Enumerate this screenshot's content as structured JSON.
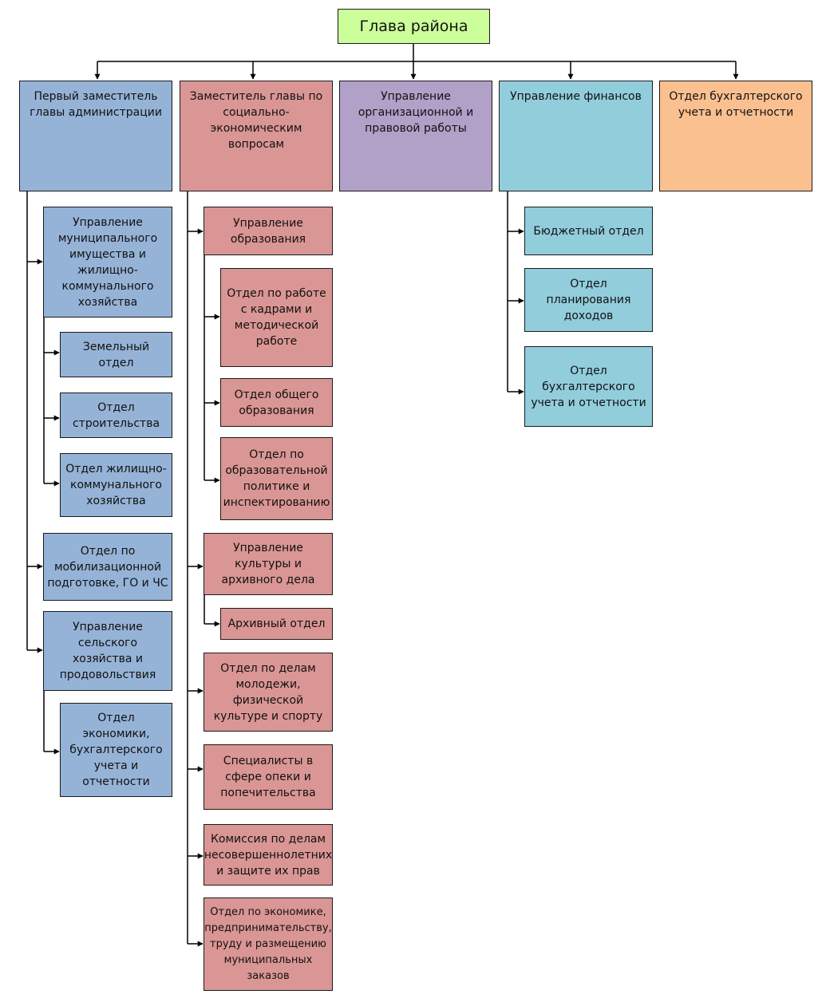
{
  "root": {
    "label": "Глава района"
  },
  "level1": {
    "first_deputy": "Первый заместитель главы администрации",
    "social_deputy": "Заместитель главы по социально-экономическим вопросам",
    "legal": "Управление организационной и правовой работы",
    "finance": "Управление финансов",
    "accounting": "Отдел бухгалтерского учета и отчетности"
  },
  "first_deputy_units": {
    "municipal_property": "Управление муниципального имущества и жилищно-коммунального хозяйства",
    "land": "Земельный отдел",
    "construction": "Отдел строительства",
    "housing": "Отдел жилищно-коммунального хозяйства",
    "mobilization": "Отдел по мобилизационной подготовке, ГО и ЧС",
    "agriculture": "Управление сельского хозяйства и продовольствия",
    "economics_accounting": "Отдел экономики, бухгалтерского учета и отчетности"
  },
  "social_units": {
    "education": "Управление образования",
    "personnel": "Отдел по работе с кадрами и методической работе",
    "general_education": "Отдел общего образования",
    "education_policy": "Отдел по образовательной политике и инспектированию",
    "culture": "Управление культуры и архивного дела",
    "archive": "Архивный отдел",
    "youth": "Отдел по делам молодежи, физической культуре и спорту",
    "guardianship": "Специалисты в сфере опеки и попечительства",
    "minors": "Комиссия по делам несовершеннолетних и защите их прав",
    "economy": "Отдел по экономике, предпринимательству, труду и размещению муниципальных заказов"
  },
  "finance_units": {
    "budget": "Бюджетный отдел",
    "revenue": "Отдел планирования доходов",
    "accounting": "Отдел бухгалтерского учета и отчетности"
  },
  "colors": {
    "root": "#ccff99",
    "first_deputy": "#95b3d7",
    "social": "#da9694",
    "legal": "#b1a0c7",
    "finance": "#92cddc",
    "accounting": "#fac090"
  }
}
